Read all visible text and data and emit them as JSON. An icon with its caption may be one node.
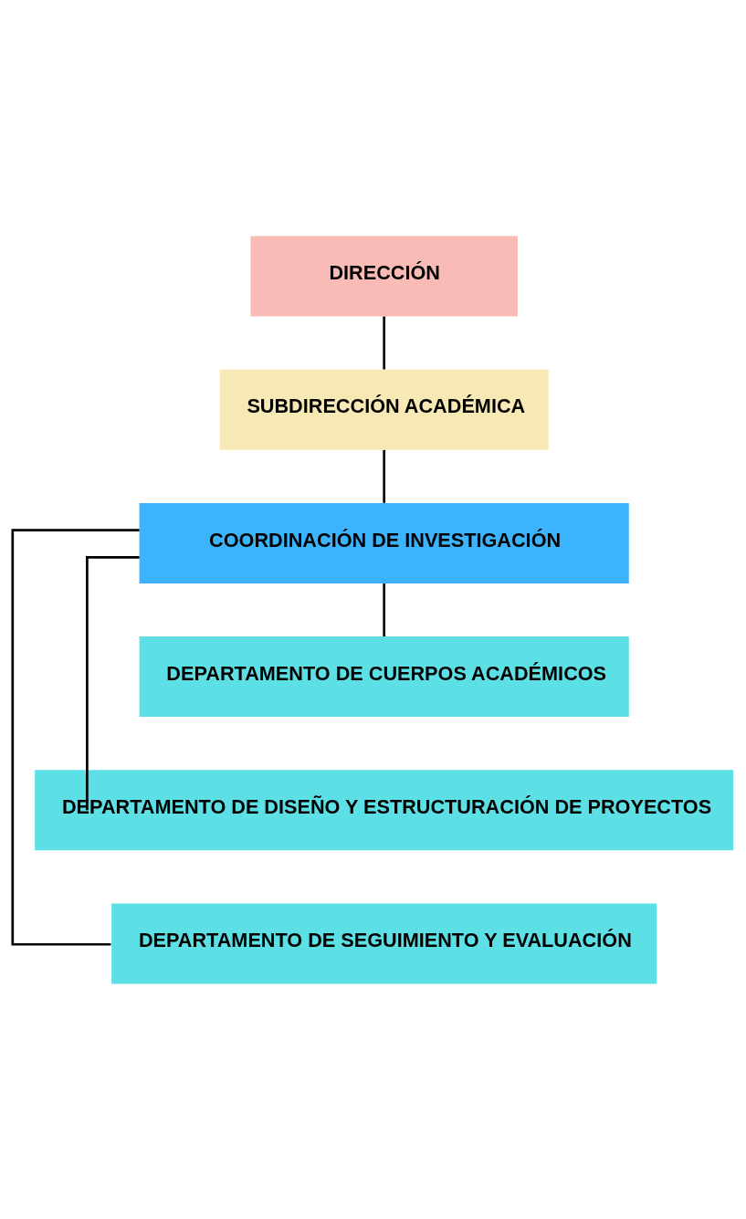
{
  "diagram": {
    "nodes": [
      {
        "text": [
          "DIRECCIÓN"
        ]
      },
      {
        "text": [
          "SUBDIRECCIÓN ACADÉMICA"
        ]
      },
      {
        "text": [
          "COORDINACIÓN DE INVESTIGACIÓN"
        ]
      },
      {
        "text": [
          "DEPARTAMENTO DE CUERPOS ACADÉMICOS"
        ]
      },
      {
        "text": [
          "DEPARTAMENTO DE DISEÑO Y ESTRUCTURACIÓN DE PROYECTOS"
        ]
      },
      {
        "text": [
          "DEPARTAMENTO DE SEGUIMIENTO Y EVALUACIÓN"
        ]
      }
    ],
    "edges": [
      {
        "from": 0,
        "to": 1,
        "arrow": "none"
      },
      {
        "from": 1,
        "to": 2,
        "arrow": "none"
      },
      {
        "from": 2,
        "to": 3,
        "arrow": "none"
      },
      {
        "from": 2,
        "to": 4,
        "arrow": "none"
      },
      {
        "from": 2,
        "to": 5,
        "arrow": "none"
      }
    ]
  }
}
